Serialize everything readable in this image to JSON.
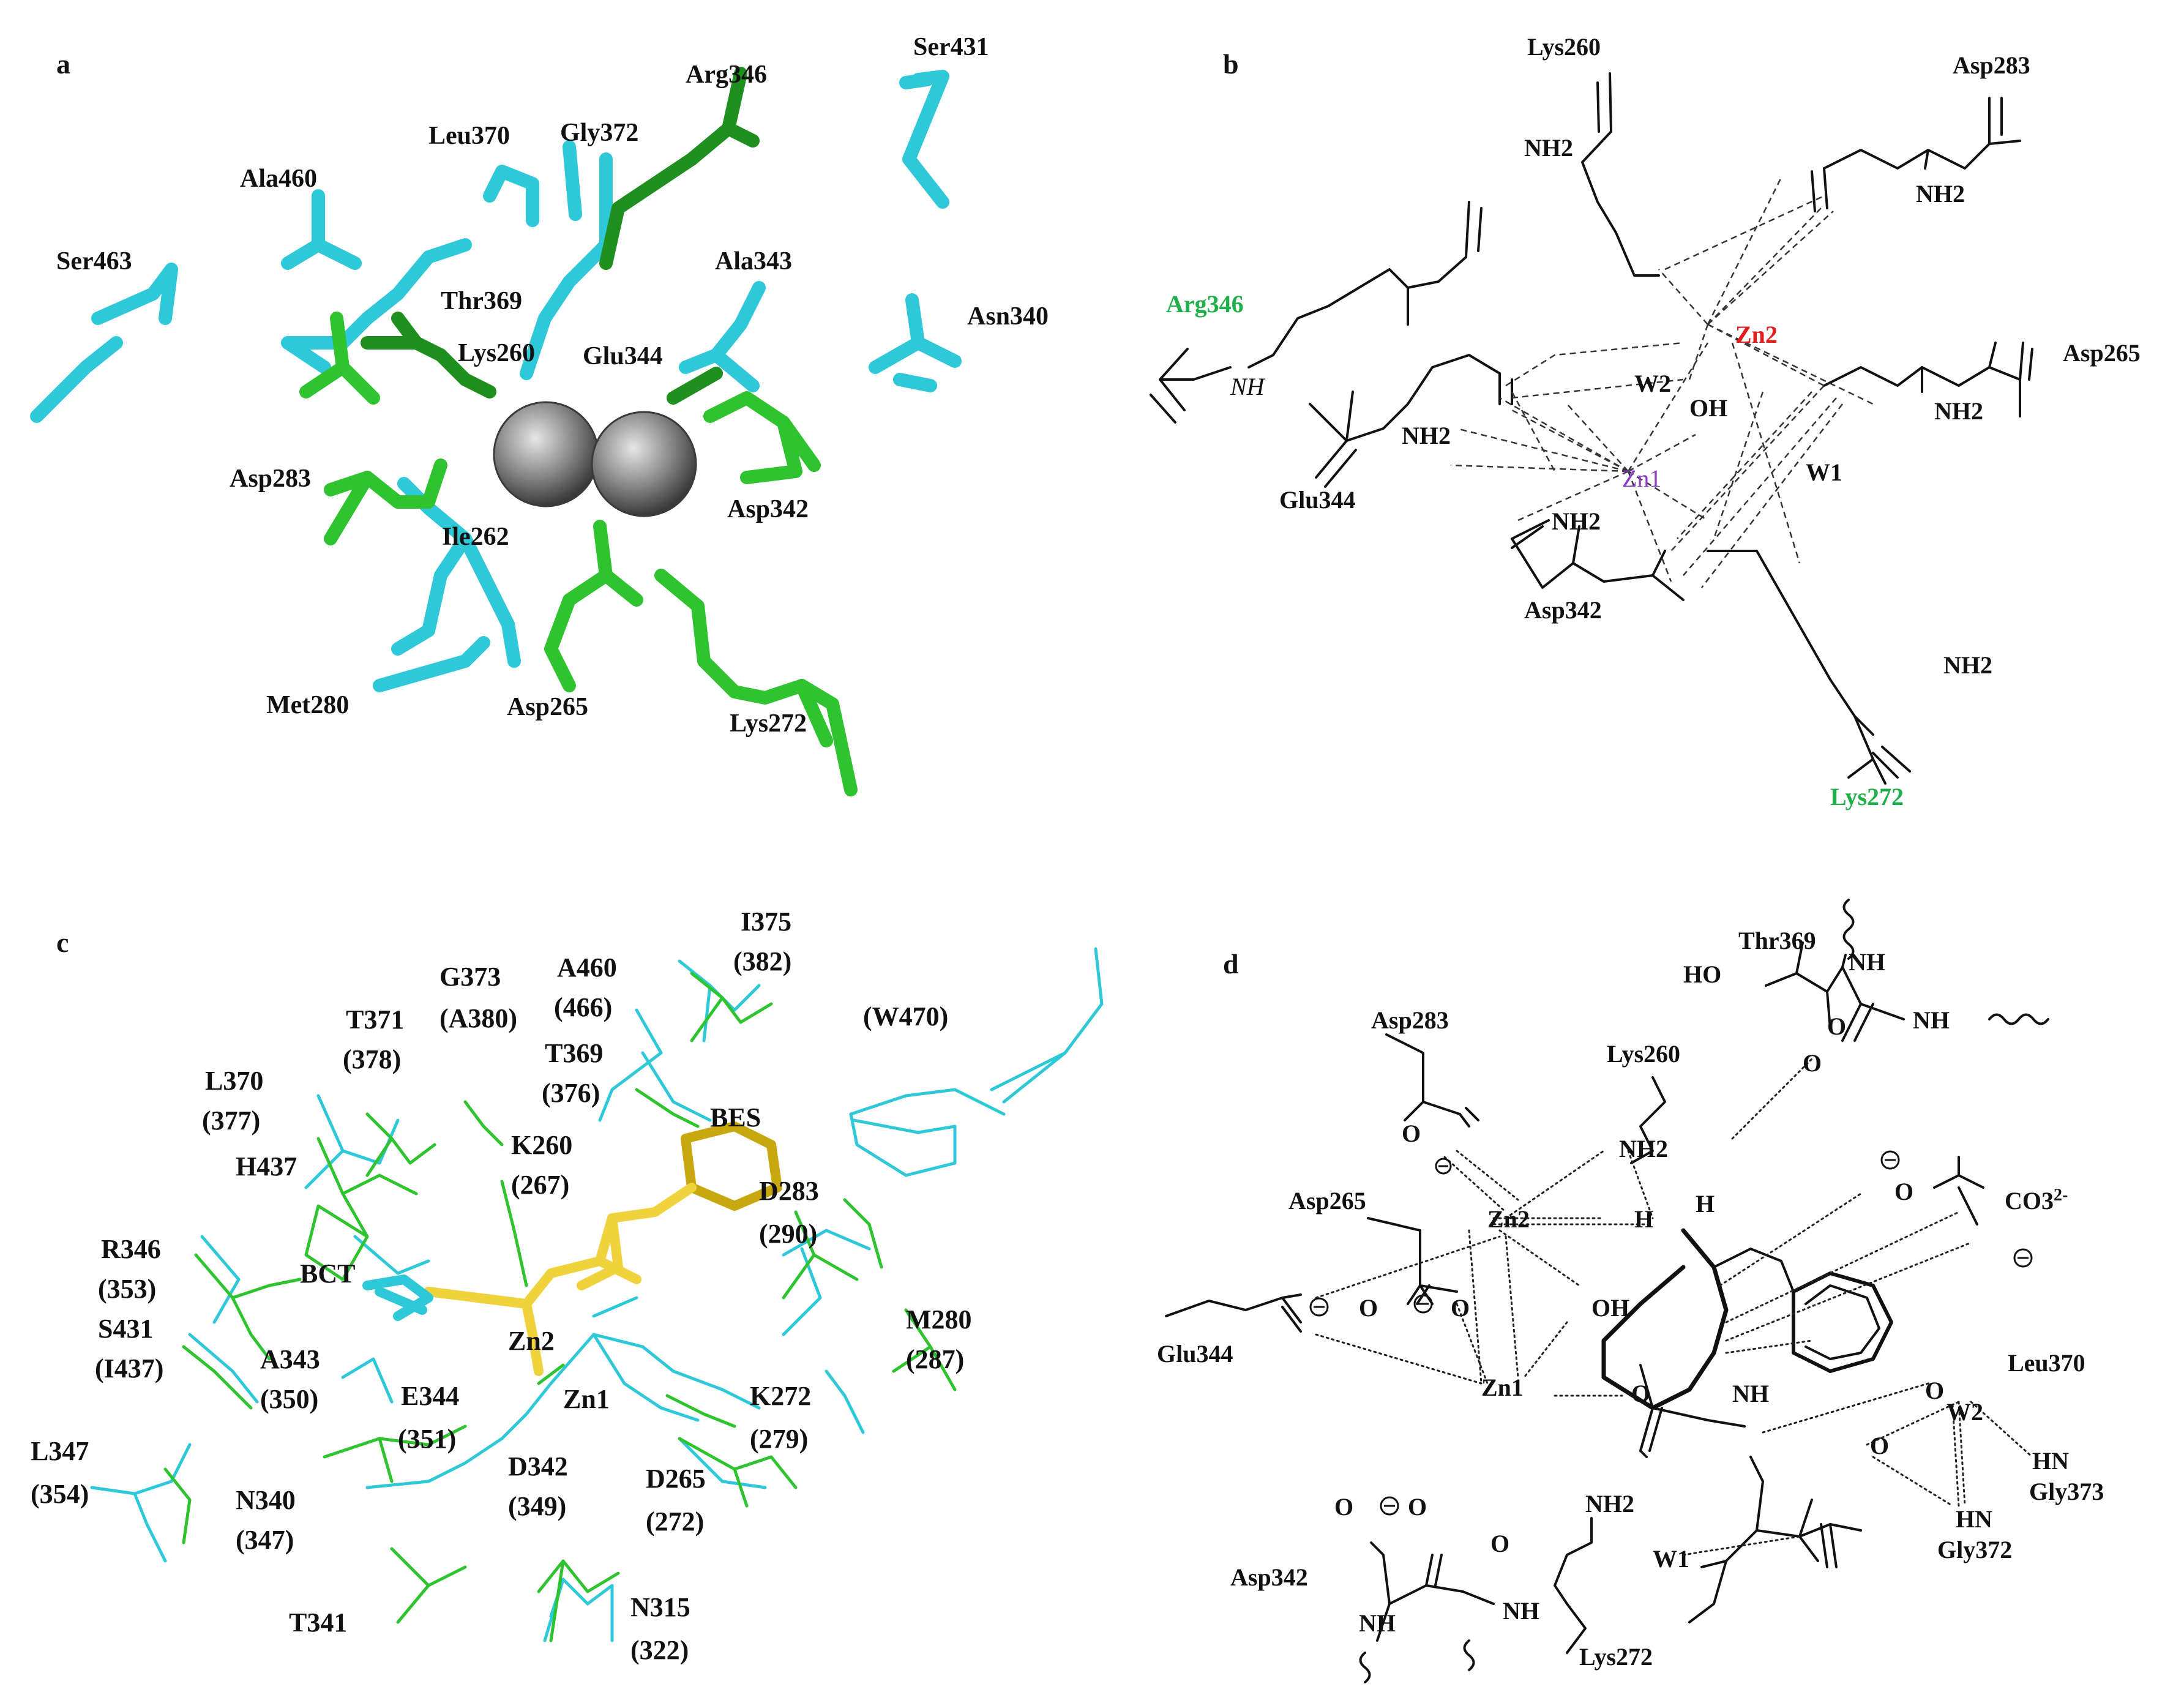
{
  "panels": {
    "a": {
      "letter": "a",
      "residues": [
        "Arg346",
        "Ser431",
        "Leu370",
        "Gly372",
        "Ala460",
        "Ser463",
        "Thr369",
        "Ala343",
        "Asn340",
        "Lys260",
        "Glu344",
        "Asp283",
        "Asp342",
        "Ile262",
        "Met280",
        "Asp265",
        "Lys272"
      ]
    },
    "b": {
      "letter": "b",
      "residues": [
        "Lys260",
        "Asp283",
        "Arg346",
        "Asp265",
        "Glu344",
        "Asp342",
        "Lys272"
      ],
      "metals": [
        "Zn2",
        "Zn1"
      ],
      "waters": [
        "W2",
        "W1",
        "OH"
      ],
      "groups": [
        "NH",
        "NH2"
      ]
    },
    "c": {
      "letter": "c",
      "labels": [
        "I375",
        "(382)",
        "G373",
        "(A380)",
        "A460",
        "(466)",
        "T371",
        "(378)",
        "(W470)",
        "L370",
        "(377)",
        "T369",
        "(376)",
        "BES",
        "H437",
        "K260",
        "(267)",
        "D283",
        "(290)",
        "R346",
        "(353)",
        "BCT",
        "S431",
        "(I437)",
        "Zn2",
        "M280",
        "(287)",
        "A343",
        "(350)",
        "E344",
        "(351)",
        "Zn1",
        "K272",
        "(279)",
        "L347",
        "(354)",
        "D342",
        "(349)",
        "D265",
        "(272)",
        "N340",
        "(347)",
        "T341",
        "N315",
        "(322)"
      ]
    },
    "d": {
      "letter": "d",
      "residues": [
        "Thr369",
        "Asp283",
        "Lys260",
        "Asp265",
        "Glu344",
        "Leu370",
        "Gly373",
        "Gly372",
        "Asp342",
        "Lys272"
      ],
      "metals": [
        "Zn2",
        "Zn1"
      ],
      "waters": [
        "W2",
        "W1"
      ],
      "groups": [
        "HO",
        "NH",
        "NH",
        "O",
        "O",
        "O",
        "NH2",
        "H",
        "H",
        "O",
        "CO",
        "OH",
        "O",
        "O",
        "NH",
        "O",
        "O",
        "NH2",
        "HN",
        "HN",
        "O",
        "O",
        "O",
        "NH",
        "NH",
        "O"
      ],
      "carbonate": "CO3",
      "charge": "2-"
    }
  },
  "colors": {
    "cyan": "#2ec8d8",
    "green": "#2fc42f",
    "dark_green": "#1f8f1f",
    "yellow": "#f0d23c",
    "sphere": "#8a8a8a",
    "zn2_red": "#e21d1d",
    "zn1_purple": "#8b3fc9",
    "label_green": "#20b04a"
  }
}
